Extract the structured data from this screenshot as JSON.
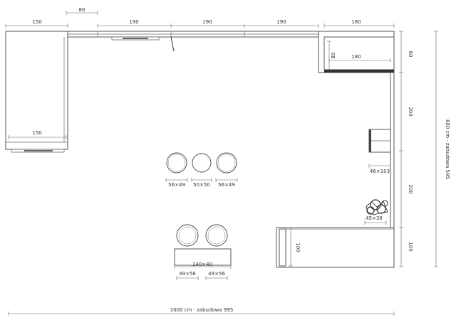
{
  "plan": {
    "units": "cm",
    "total_width_label": "1000 cm · zabudowa 995",
    "total_height_label": "600 cm · zabudowa 595"
  },
  "top_dimensions": {
    "corner_gap": "80",
    "left_block": "150",
    "segment_1": "190",
    "segment_2": "190",
    "segment_3": "190",
    "right_block": "180"
  },
  "left_cabinet": {
    "width_label": "150"
  },
  "corner_shelf": {
    "inner_width": "180",
    "inner_depth": "80",
    "side_depth": "80"
  },
  "right_wall_dimensions": {
    "segment_1": "200",
    "segment_2": "200",
    "segment_3": "100"
  },
  "items": {
    "stool_1": "56×49",
    "stool_2": "50×50",
    "stool_3": "56×49",
    "bench": "140×40",
    "chair_1": "49×56",
    "chair_2": "49×56",
    "side_unit": "46×103",
    "plant": "45×38",
    "counter_depth": "100"
  }
}
